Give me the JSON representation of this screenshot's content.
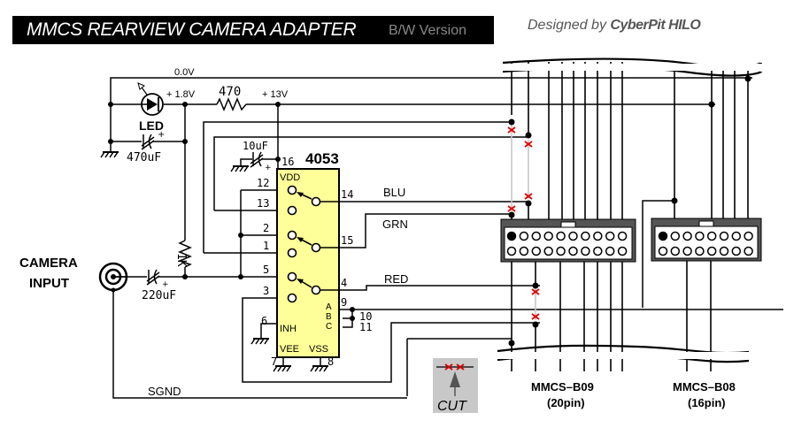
{
  "header": {
    "title": "MMCS REARVIEW CAMERA ADAPTER",
    "version": "B/W Version",
    "designed_by": "Designed by",
    "designer": "CyberPit HILO"
  },
  "power": {
    "rail_0v": "0.0V",
    "rail_1_8v": "+ 1.8V",
    "rail_13v": "+ 13V",
    "led_label": "LED",
    "resistor_470": "470",
    "cap_470uf": "470uF",
    "cap_10uf": "10uF",
    "cap_220uf": "220uF",
    "resistor_1k": "1K"
  },
  "ic": {
    "name": "4053",
    "vdd": "VDD",
    "vee": "VEE",
    "vss": "VSS",
    "inh": "INH",
    "a": "A",
    "b": "B",
    "c": "C",
    "pins": {
      "p16": "16",
      "p12": "12",
      "p13": "13",
      "p14": "14",
      "p2": "2",
      "p1": "1",
      "p15": "15",
      "p5": "5",
      "p3": "3",
      "p4": "4",
      "p9": "9",
      "p10": "10",
      "p11": "11",
      "p6": "6",
      "p7": "7",
      "p8": "8"
    }
  },
  "signals": {
    "blu": "BLU",
    "grn": "GRN",
    "red": "RED",
    "sgnd": "SGND"
  },
  "input": {
    "line1": "CAMERA",
    "line2": "INPUT"
  },
  "connectors": [
    {
      "name": "MMCS–B09",
      "pins": "(20pin)"
    },
    {
      "name": "MMCS–B08",
      "pins": "(16pin)"
    }
  ],
  "legend": {
    "cut_label": "CUT",
    "cut_color": "#dd0000"
  },
  "colors": {
    "ic_fill": "#ffff99",
    "connector_shell": "#555555",
    "cut_marker": "#dd0000",
    "cut_wire": "#c8c8c8"
  }
}
